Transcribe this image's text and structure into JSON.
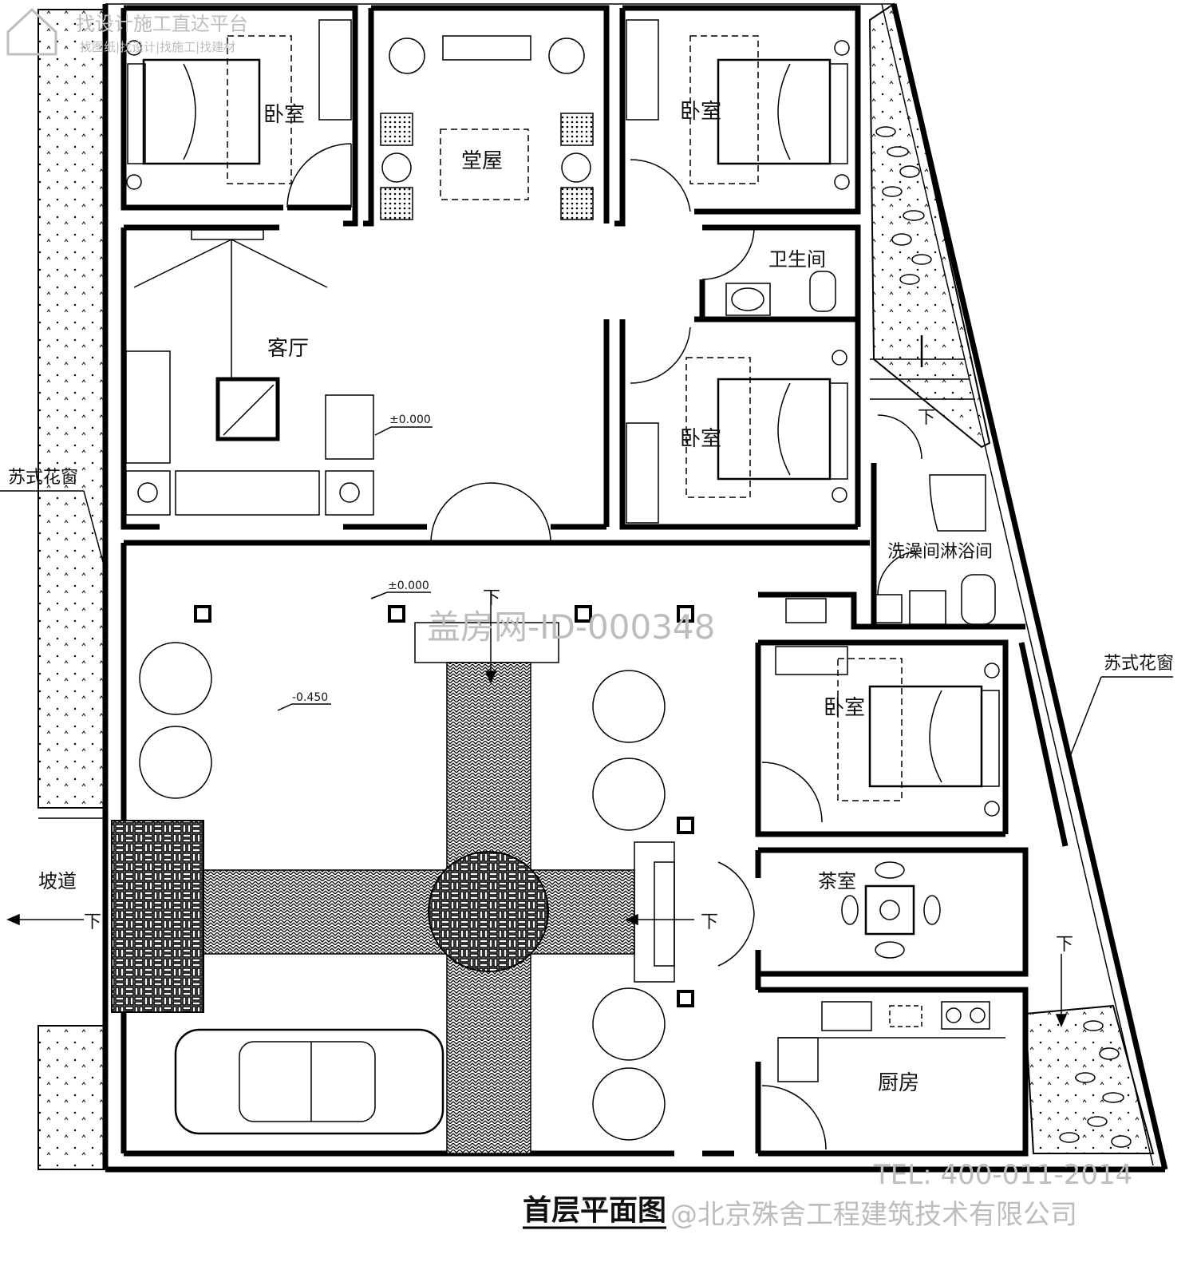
{
  "rooms": {
    "bedroom_nw": "卧室",
    "hall": "堂屋",
    "bedroom_ne": "卧室",
    "bathroom": "卫生间",
    "living_room": "客厅",
    "bedroom_mid": "卧室",
    "shower": "洗澡间淋浴间",
    "bedroom_se": "卧室",
    "tea_room": "茶室",
    "kitchen": "厨房",
    "ramp": "坡道"
  },
  "annotations": {
    "window_left": "苏式花窗",
    "window_right": "苏式花窗",
    "down_marker": "下",
    "elev_living": "±0.000",
    "elev_porch": "±0.000",
    "elev_yard": "-0.450"
  },
  "title": "首层平面图",
  "watermarks": {
    "top_left_line1": "找设计施工直达平台",
    "top_left_line2": "找图纸|找设计|找施工|找建材",
    "id": "盖房网-ID-000348",
    "phone": "TEL: 400-011-2014",
    "company": "@北京殊舍工程建筑技术有限公司"
  },
  "colors": {
    "ink": "#000000",
    "paper": "#ffffff",
    "watermark": "#bdbdbd"
  }
}
